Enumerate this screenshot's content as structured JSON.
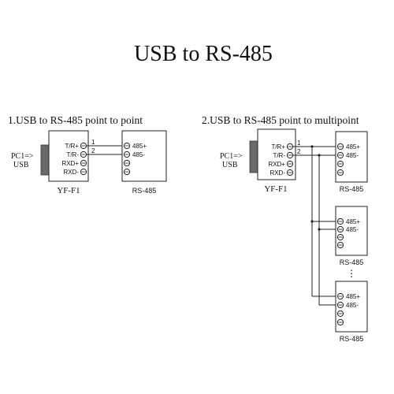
{
  "title": "USB to RS-485",
  "section1": {
    "heading": "1.USB to RS-485 point to point",
    "pc_label_1": "PC1=>",
    "pc_label_2": "USB",
    "converter_pins": [
      "T/R+",
      "T/R-",
      "RXD+",
      "RXD-"
    ],
    "converter_name": "YF-F1",
    "wire_labels": [
      "1",
      "2"
    ],
    "device_pins": [
      "485+",
      "485-"
    ],
    "device_name": "RS-485"
  },
  "section2": {
    "heading": "2.USB to RS-485 point to multipoint",
    "pc_label_1": "PC1=>",
    "pc_label_2": "USB",
    "converter_pins": [
      "T/R+",
      "T/R-",
      "RXD+",
      "RXD-"
    ],
    "converter_name": "YF-F1",
    "wire_labels": [
      "1",
      "2"
    ],
    "ellipsis": "⋮",
    "devices": [
      {
        "pins": [
          "485+",
          "485-"
        ],
        "name": "RS-485"
      },
      {
        "pins": [
          "485+",
          "485-"
        ],
        "name": "RS-485"
      },
      {
        "pins": [
          "485+",
          "485-"
        ],
        "name": "RS-485"
      }
    ]
  }
}
